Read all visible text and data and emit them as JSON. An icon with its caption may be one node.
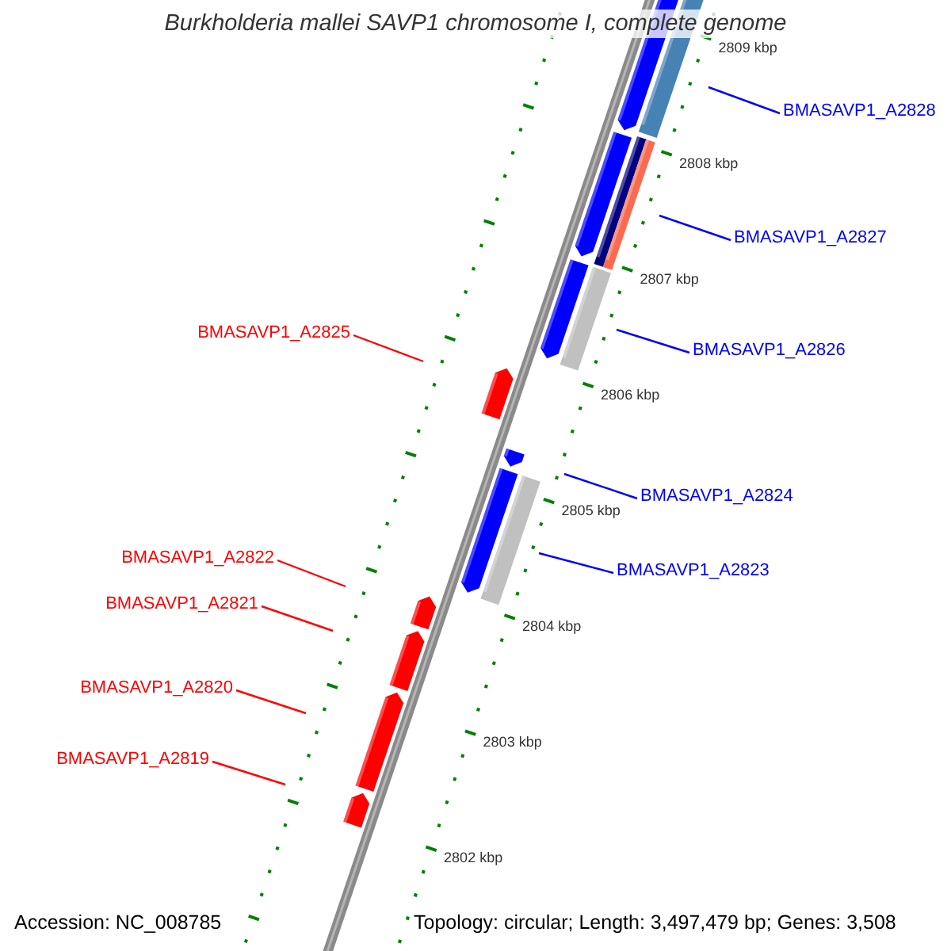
{
  "diagram": {
    "title": "Burkholderia mallei SAVP1 chromosome I, complete genome",
    "nodes": [
      {
        "text": [
          "BMASAVP1_A2828"
        ]
      },
      {
        "text": [
          "BMASAVP1_A2827"
        ]
      },
      {
        "text": [
          "BMASAVP1_A2825"
        ]
      },
      {
        "text": [
          "BMASAVP1_A2826"
        ]
      },
      {
        "text": [
          "BMASAVP1_A2824"
        ]
      },
      {
        "text": [
          "BMASAVP1_A2822"
        ]
      },
      {
        "text": [
          "BMASAVP1_A2823"
        ]
      },
      {
        "text": [
          "BMASAVP1_A2821"
        ]
      },
      {
        "text": [
          "BMASAVP1_A2820"
        ]
      },
      {
        "text": [
          "BMASAVP1_A2819"
        ]
      }
    ],
    "edges": [
      {
        "from": 0,
        "to": null,
        "arrow": "none",
        "color": "#0000ff"
      },
      {
        "from": 1,
        "to": null,
        "arrow": "none",
        "color": "#0000ff"
      },
      {
        "from": 2,
        "to": null,
        "arrow": "none",
        "color": "#ff0000"
      },
      {
        "from": 3,
        "to": null,
        "arrow": "none",
        "color": "#0000ff"
      },
      {
        "from": 4,
        "to": null,
        "arrow": "none",
        "color": "#0000ff"
      },
      {
        "from": 5,
        "to": null,
        "arrow": "none",
        "color": "#ff0000"
      },
      {
        "from": 6,
        "to": null,
        "arrow": "none",
        "color": "#0000ff"
      },
      {
        "from": 7,
        "to": null,
        "arrow": "none",
        "color": "#ff0000"
      },
      {
        "from": 8,
        "to": null,
        "arrow": "none",
        "color": "#ff0000"
      },
      {
        "from": 9,
        "to": null,
        "arrow": "none",
        "color": "#ff0000"
      }
    ],
    "labels": [
      "2809 kbp",
      "2808 kbp",
      "2807 kbp",
      "2806 kbp",
      "2805 kbp",
      "2804 kbp",
      "2803 kbp",
      "2802 kbp",
      "Accession: NC_008785",
      "Topology: circular; Length: 3,497,479 bp; Genes: 3,508"
    ]
  }
}
